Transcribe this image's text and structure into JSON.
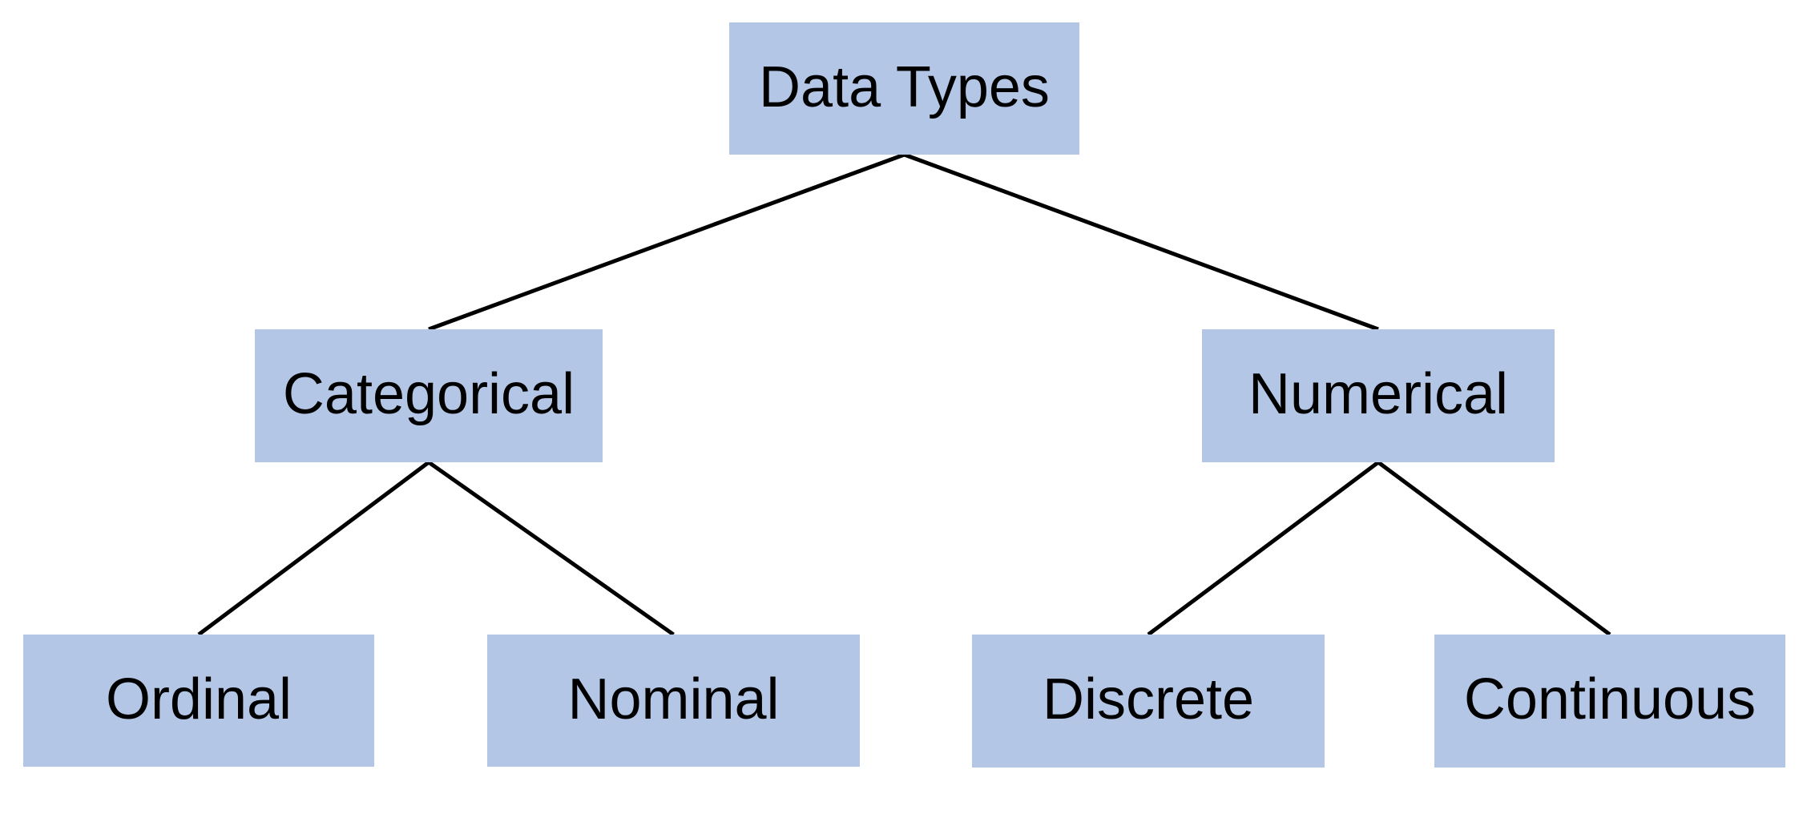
{
  "diagram": {
    "type": "tree",
    "root_label": "Data Types",
    "colors": {
      "background": "#ffffff",
      "node_fill": "#b4c6e6",
      "node_text": "#000000",
      "connector": "#000000"
    },
    "nodes": [
      {
        "id": "data-types",
        "label": "Data Types",
        "parent": null,
        "level": 0
      },
      {
        "id": "categorical",
        "label": "Categorical",
        "parent": "data-types",
        "level": 1
      },
      {
        "id": "numerical",
        "label": "Numerical",
        "parent": "data-types",
        "level": 1
      },
      {
        "id": "ordinal",
        "label": "Ordinal",
        "parent": "categorical",
        "level": 2
      },
      {
        "id": "nominal",
        "label": "Nominal",
        "parent": "categorical",
        "level": 2
      },
      {
        "id": "discrete",
        "label": "Discrete",
        "parent": "numerical",
        "level": 2
      },
      {
        "id": "continuous",
        "label": "Continuous",
        "parent": "numerical",
        "level": 2
      }
    ],
    "edges": [
      {
        "from": "data-types",
        "to": "categorical"
      },
      {
        "from": "data-types",
        "to": "numerical"
      },
      {
        "from": "categorical",
        "to": "ordinal"
      },
      {
        "from": "categorical",
        "to": "nominal"
      },
      {
        "from": "numerical",
        "to": "discrete"
      },
      {
        "from": "numerical",
        "to": "continuous"
      }
    ]
  }
}
